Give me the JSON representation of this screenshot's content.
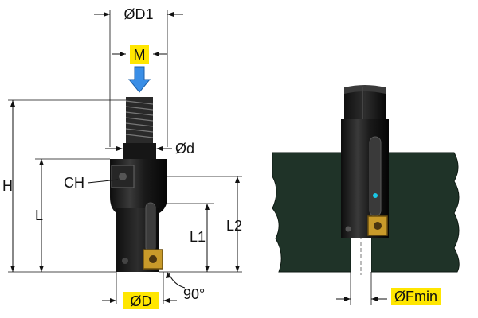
{
  "labels": {
    "d1": "ØD1",
    "m": "M",
    "d_small": "Ød",
    "h": "H",
    "ch": "CH",
    "l": "L",
    "l1": "L1",
    "l2": "L2",
    "d": "ØD",
    "angle": "90°",
    "fmin": "ØFmin"
  },
  "colors": {
    "tool_body": "#1a1a1a",
    "tool_highlight": "#4a4a4a",
    "label_highlight": "#ffe600",
    "arrow_blue": "#3a8ee6",
    "workpiece": "#1f3328",
    "insert": "#c89a2a",
    "coolant_dot": "#19c8e6"
  },
  "icons": {
    "force_arrow": "down-arrow-icon",
    "coolant_hole": "coolant-dot-icon"
  }
}
